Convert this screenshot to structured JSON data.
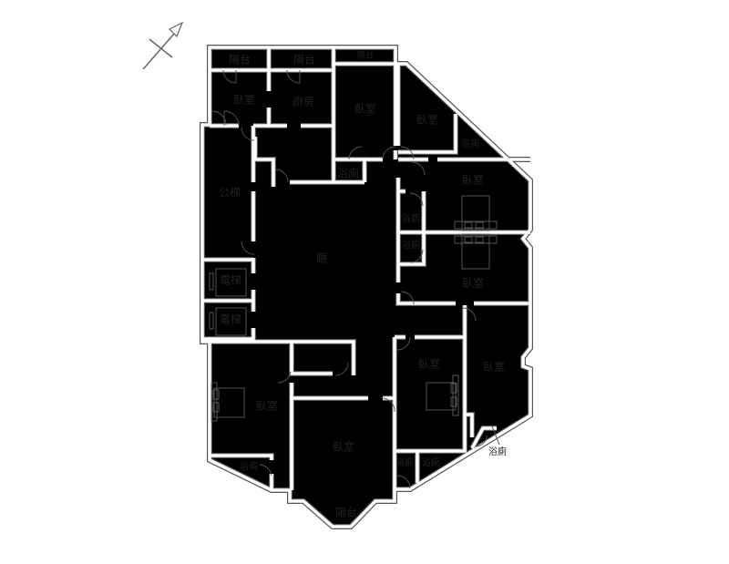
{
  "plan": {
    "rooms": {
      "balcony_1": "陽台",
      "balcony_2": "陽台",
      "balcony_3": "陽台",
      "bedroom_nw": "臥室",
      "kitchen": "廚房",
      "bedroom_n": "臥室",
      "bedroom_ne": "臥室",
      "bath_ne": "浴廁",
      "bath_n": "浴廁",
      "public_stairs": "公梯",
      "bedroom_e1": "臥室",
      "bath_e1": "浴廁",
      "bath_e2": "浴廁",
      "living_hall": "廳",
      "bedroom_e2": "臥室",
      "elevator_1": "電梯",
      "elevator_2": "電梯",
      "bedroom_se1": "臥室",
      "bedroom_se2": "臥室",
      "bedroom_sw": "臥室",
      "bedroom_s": "臥室",
      "bath_sw": "浴廁",
      "bath_s1": "浴廁",
      "bath_s2": "浴廁",
      "bath_se": "浴廁",
      "balcony_s": "陽台"
    },
    "compass_icon": "north-arrow-icon"
  }
}
